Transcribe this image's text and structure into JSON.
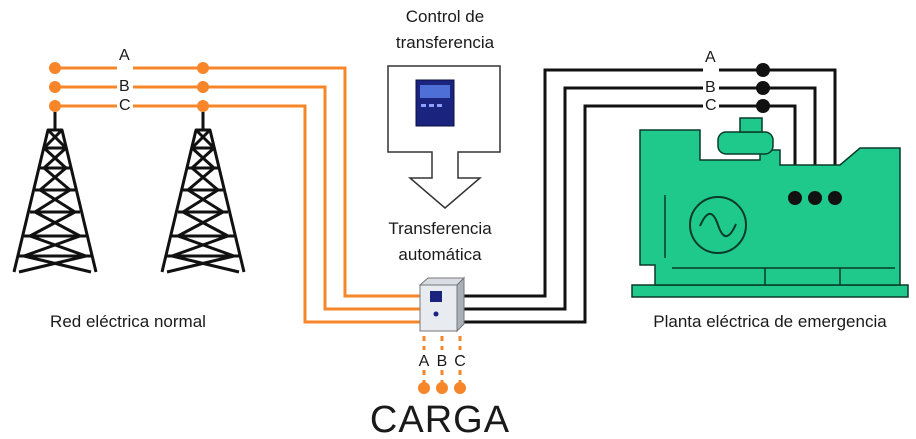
{
  "grid_label": "Red eléctrica normal",
  "generator_label": "Planta eléctrica de emergencia",
  "control": {
    "line1": "Control de",
    "line2": "transferencia"
  },
  "transfer": {
    "line1": "Transferencia",
    "line2": "automática"
  },
  "load_label": "CARGA",
  "phases": {
    "a": "A",
    "b": "B",
    "c": "C"
  },
  "colors": {
    "grid_line": "#f7862a",
    "generator_line": "#111111",
    "generator_body": "#1fc98c",
    "controller_body": "#1a237e"
  }
}
